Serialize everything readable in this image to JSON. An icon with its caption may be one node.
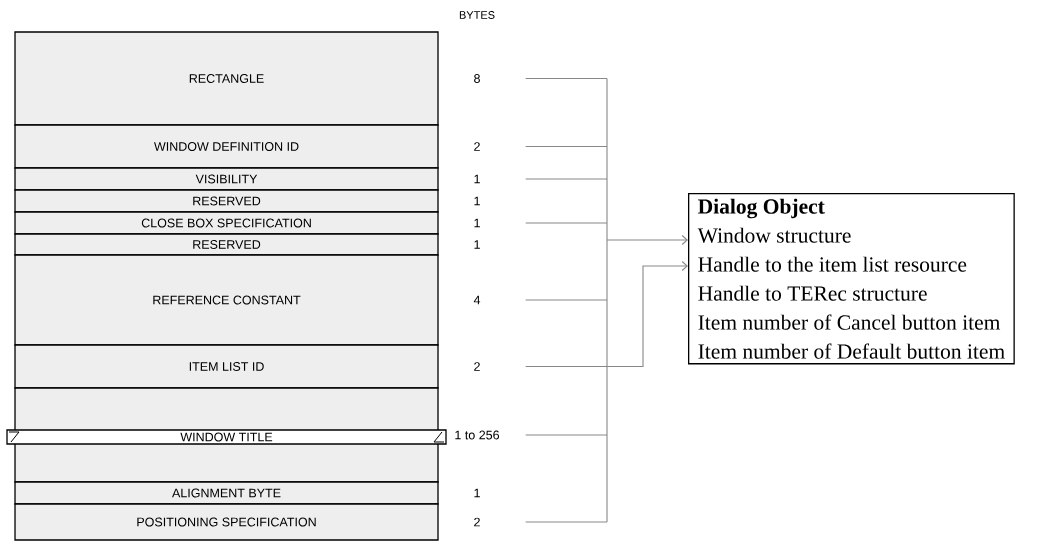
{
  "diagram": {
    "nodes": [
      {
        "text": [
          "RECTANGLE"
        ],
        "beside": [
          "8"
        ]
      },
      {
        "text": [
          "WINDOW DEFINITION ID"
        ],
        "beside": [
          "2"
        ]
      },
      {
        "text": [
          "VISIBILITY"
        ],
        "beside": [
          "1"
        ]
      },
      {
        "text": [
          "RESERVED"
        ],
        "beside": [
          "1"
        ]
      },
      {
        "text": [
          "CLOSE BOX SPECIFICATION"
        ],
        "beside": [
          "1"
        ]
      },
      {
        "text": [
          "RESERVED"
        ],
        "beside": [
          "1"
        ]
      },
      {
        "text": [
          "REFERENCE CONSTANT"
        ],
        "beside": [
          "4"
        ]
      },
      {
        "text": [
          "ITEM LIST ID"
        ],
        "beside": [
          "2"
        ]
      },
      {
        "text": [
          "WINDOW TITLE"
        ],
        "beside": [
          "1 to 256"
        ]
      },
      {
        "text": [
          "ALIGNMENT BYTE"
        ],
        "beside": [
          "1"
        ]
      },
      {
        "text": [
          "POSITIONING SPECIFICATION"
        ],
        "beside": [
          "2"
        ]
      },
      {
        "text": [
          "Dialog Object",
          "Window structure",
          "Handle to the item list resource",
          "Handle to TERec structure",
          "Item number of Cancel button item",
          "Item number of Default button item"
        ]
      }
    ],
    "edges": [
      {
        "from": 0,
        "to": 11,
        "arrow": "to"
      },
      {
        "from": 1,
        "to": 11,
        "arrow": "to"
      },
      {
        "from": 2,
        "to": 11,
        "arrow": "to"
      },
      {
        "from": 4,
        "to": 11,
        "arrow": "to"
      },
      {
        "from": 6,
        "to": 11,
        "arrow": "to"
      },
      {
        "from": 8,
        "to": 11,
        "arrow": "to"
      },
      {
        "from": 10,
        "to": 11,
        "arrow": "to"
      },
      {
        "from": 7,
        "to": 11,
        "arrow": "to"
      }
    ],
    "labels": [
      "BYTES"
    ]
  }
}
